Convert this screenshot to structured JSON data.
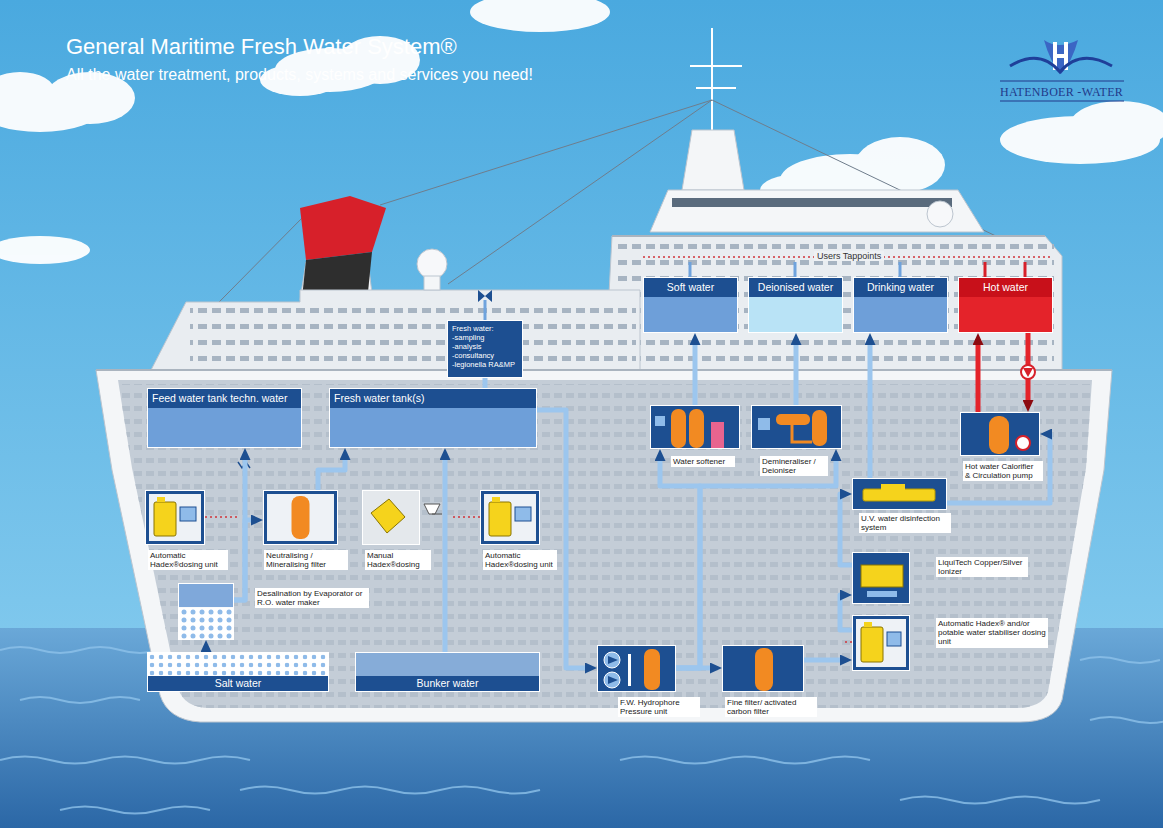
{
  "diagram": {
    "title": "General Maritime Fresh Water System®",
    "nodes": [
      {
        "text": [
          "Soft water"
        ]
      },
      {
        "text": [
          "Deionised water"
        ]
      },
      {
        "text": [
          "Drinking water"
        ]
      },
      {
        "text": [
          "Hot water"
        ]
      },
      {
        "text": [
          "Fresh water:",
          "-sampling",
          "-analysis",
          "-consultancy",
          "-legionella RA&MP"
        ]
      },
      {
        "text": [
          "Feed water tank techn. water"
        ]
      },
      {
        "text": [
          "Fresh water tank(s)"
        ]
      },
      {
        "text": [
          "Water softener"
        ]
      },
      {
        "text": [
          "Demineraliser / Deioniser"
        ]
      },
      {
        "text": [
          "Hot water Calorifier & Circulation pump"
        ]
      },
      {
        "text": [
          "U.V. water disinfection system"
        ]
      },
      {
        "text": [
          "Automatic Hadex®dosing unit"
        ]
      },
      {
        "text": [
          "Neutralising / Mineralising filter"
        ]
      },
      {
        "text": [
          "Manual Hadex®dosing"
        ]
      },
      {
        "text": [
          "Automatic Hadex®dosing unit"
        ]
      },
      {
        "text": [
          "LiquiTech Copper/Silver Ionizer"
        ]
      },
      {
        "text": [
          "Desalination by Evaporator or R.O. water maker"
        ]
      },
      {
        "text": [
          "Automatic Hadex® and/or potable water stabiliser dosing unit"
        ]
      },
      {
        "text": [
          "Salt water"
        ]
      },
      {
        "text": [
          "Bunker water"
        ]
      },
      {
        "text": [
          "F.W. Hydrophore Pressure unit"
        ]
      },
      {
        "text": [
          "Fine filter/ activated carbon filter"
        ]
      }
    ],
    "edges": [
      {
        "from": 18,
        "to": 16,
        "arrow": "to"
      },
      {
        "from": 16,
        "to": 5,
        "arrow": "to"
      },
      {
        "from": 16,
        "to": 12,
        "arrow": "to"
      },
      {
        "from": 12,
        "to": 6,
        "arrow": "to"
      },
      {
        "from": 19,
        "to": 6,
        "arrow": "to"
      },
      {
        "from": 6,
        "to": 20,
        "arrow": "to"
      },
      {
        "from": 4,
        "to": 6,
        "arrow": "none"
      },
      {
        "from": 20,
        "to": 21,
        "arrow": "to"
      },
      {
        "from": 20,
        "to": 7,
        "arrow": "to"
      },
      {
        "from": 20,
        "to": 8,
        "arrow": "to"
      },
      {
        "from": 21,
        "to": 17,
        "arrow": "to"
      },
      {
        "from": 17,
        "to": 15,
        "arrow": "to"
      },
      {
        "from": 15,
        "to": 10,
        "arrow": "to"
      },
      {
        "from": 10,
        "to": 2,
        "arrow": "to"
      },
      {
        "from": 10,
        "to": 9,
        "arrow": "to"
      },
      {
        "from": 9,
        "to": 3,
        "arrow": "to"
      },
      {
        "from": 3,
        "to": 9,
        "arrow": "to"
      },
      {
        "from": 7,
        "to": 0,
        "arrow": "to"
      },
      {
        "from": 8,
        "to": 1,
        "arrow": "to"
      }
    ],
    "labels": [
      "All the water treatment, products, systems and services you need!",
      "HATENBOER -WATER",
      "Users Tappoints"
    ]
  }
}
